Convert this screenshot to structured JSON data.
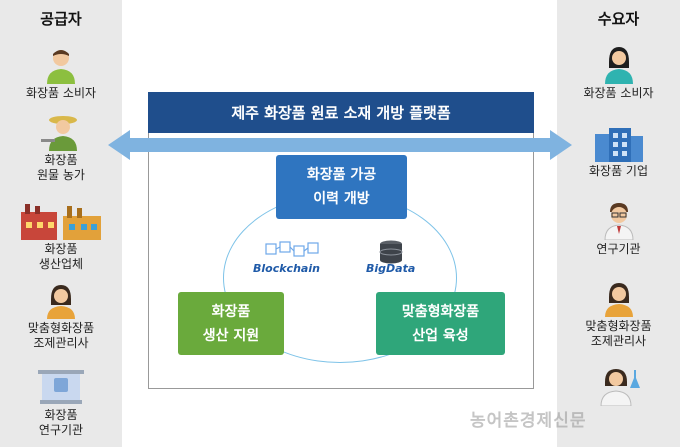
{
  "left_column": {
    "title": "공급자",
    "items": [
      {
        "label": "화장품 소비자",
        "icon": "person-icon"
      },
      {
        "label": "화장품\n원물 농가",
        "icon": "farmer-icon"
      },
      {
        "label": "화장품\n생산업체",
        "icon": "factory-icon"
      },
      {
        "label": "맞춤형화장품\n조제관리사",
        "icon": "woman-icon"
      },
      {
        "label": "화장품\n연구기관",
        "icon": "lab-building-icon"
      }
    ]
  },
  "right_column": {
    "title": "수요자",
    "items": [
      {
        "label": "화장품 소비자",
        "icon": "woman-headset-icon"
      },
      {
        "label": "화장품 기업",
        "icon": "office-building-icon"
      },
      {
        "label": "연구기관",
        "icon": "researcher-icon"
      },
      {
        "label": "맞춤형화장품\n조제관리사",
        "icon": "woman-icon"
      },
      {
        "label": "",
        "icon": "scientist-icon"
      }
    ]
  },
  "platform": {
    "title": "제주 화장품 원료 소재 개방 플랫폼",
    "nodes": {
      "top": "화장품 가공\n이력 개방",
      "bottom_left": "화장품\n생산 지원",
      "bottom_right": "맞춤형화장품\n산업 육성"
    },
    "tech": {
      "blockchain": "Blockchain",
      "bigdata": "BigData"
    }
  },
  "colors": {
    "banner": "#1f4e8c",
    "node_top": "#2f75c0",
    "node_bottom_left": "#6aaa3c",
    "node_bottom_right": "#2fa67a",
    "arrow": "#7fb3e0",
    "circle": "#7ec3e8"
  },
  "watermark": "농어촌경제신문"
}
